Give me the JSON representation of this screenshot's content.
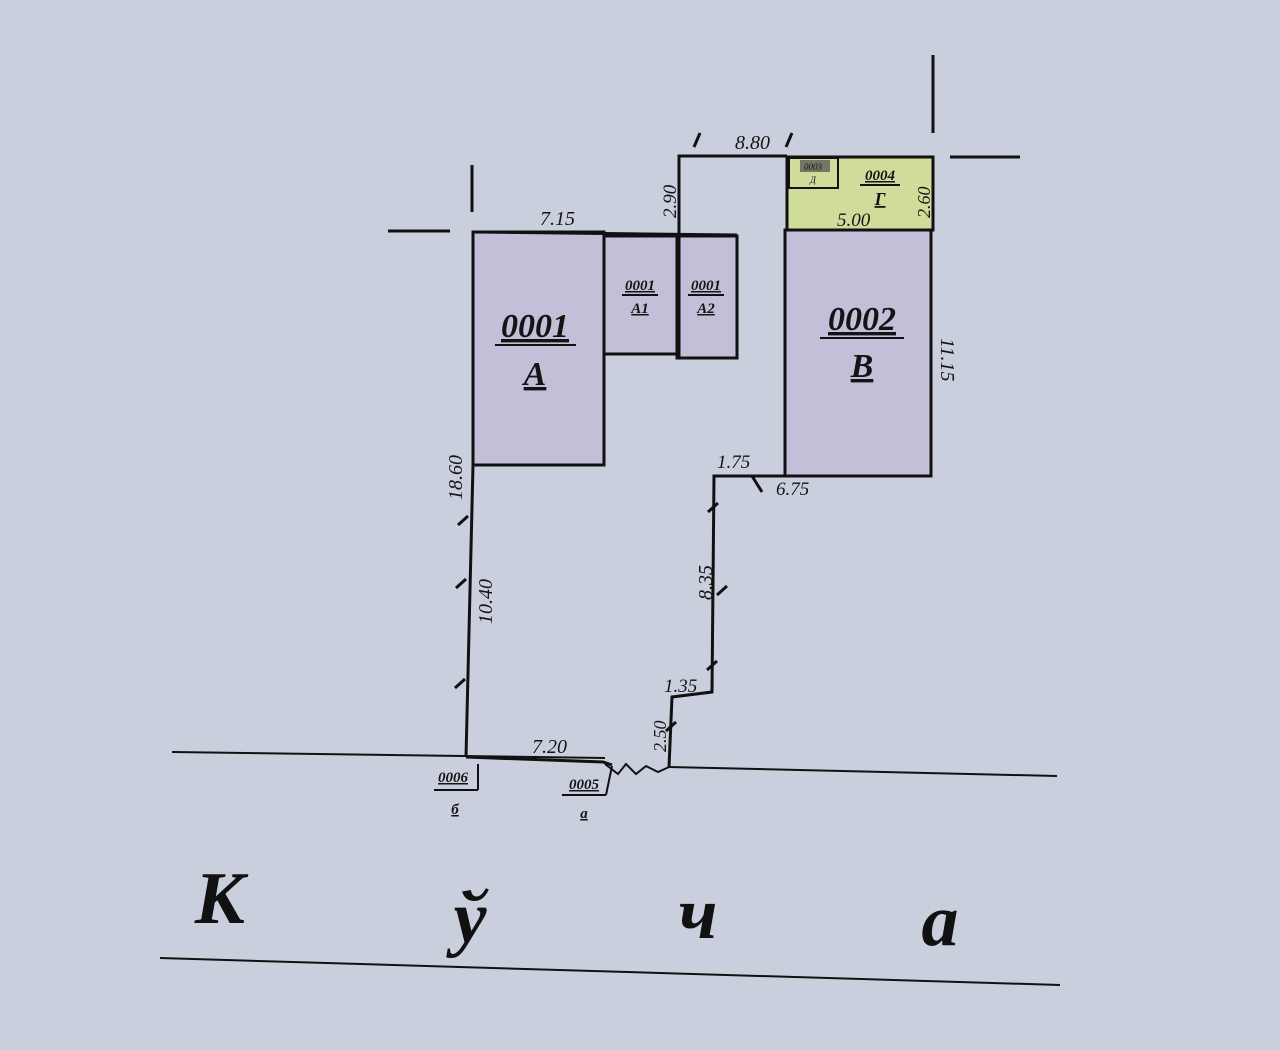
{
  "dimensions": {
    "a_top": "7.15",
    "a1_height": "2.90",
    "top_width": "8.80",
    "g_width": "5.00",
    "g_height": "2.60",
    "b_height": "11.15",
    "b_bottom_left": "1.75",
    "b_bottom": "6.75",
    "left_side": "18.60",
    "left_lower": "10.40",
    "middle_vertical": "8.35",
    "step": "1.35",
    "front_right": "2.50",
    "front": "7.20"
  },
  "buildings": {
    "a": {
      "code": "0001",
      "letter": "А"
    },
    "a1": {
      "code": "0001",
      "letter": "А1"
    },
    "a2": {
      "code": "0001",
      "letter": "А2"
    },
    "b": {
      "code": "0002",
      "letter": "В"
    },
    "g": {
      "code": "0004",
      "letter": "Г"
    },
    "small": {
      "code": "0003",
      "letter": "Д"
    }
  },
  "points": {
    "p6": {
      "code": "0006",
      "letter": "б"
    },
    "p5": {
      "code": "0005",
      "letter": "а"
    }
  },
  "street": {
    "letters": [
      "К",
      "ў",
      "ч",
      "а"
    ]
  },
  "colors": {
    "background": "#c9cfdd",
    "building_fill": "#c4bfd8",
    "annex_fill": "#cfdc9a",
    "line": "#111111"
  }
}
